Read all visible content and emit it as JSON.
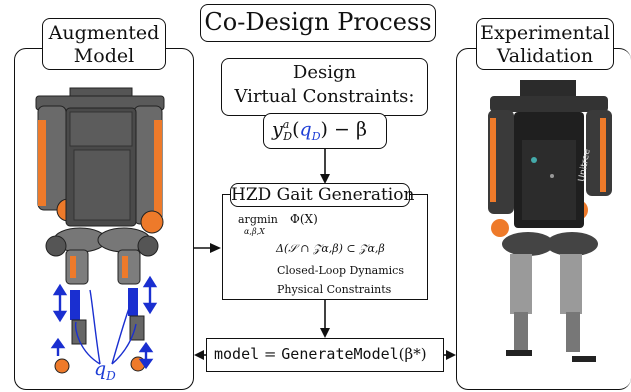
{
  "title": "Co-Design Process",
  "left_panel": {
    "title_line1": "Augmented",
    "title_line2": "Model",
    "qd_label": "q",
    "qd_sub": "D"
  },
  "right_panel": {
    "title_line1": "Experimental",
    "title_line2": "Validation",
    "robot_brand": "Unitree"
  },
  "design_box": {
    "line1": "Design",
    "line2": "Virtual Constraints:",
    "formula_y": "y",
    "formula_sup": "a",
    "formula_sub": "D",
    "formula_open": "(",
    "formula_q": "q",
    "formula_qsub": "D",
    "formula_close": ") − β"
  },
  "hzd_box": {
    "title": "HZD Gait Generation",
    "argmin": "argmin",
    "argmin_sub": "α,β,X",
    "objective": "Φ(X)",
    "constraint_line": "Δ(𝒮 ∩ 𝒵α,β) ⊂ 𝒵α,β",
    "constraint_1": "Closed-Loop Dynamics",
    "constraint_2": "Physical Constraints"
  },
  "model_box": {
    "code_left": "model",
    "equals": " = ",
    "code_func": "GenerateModel",
    "arg": "(β*)"
  }
}
